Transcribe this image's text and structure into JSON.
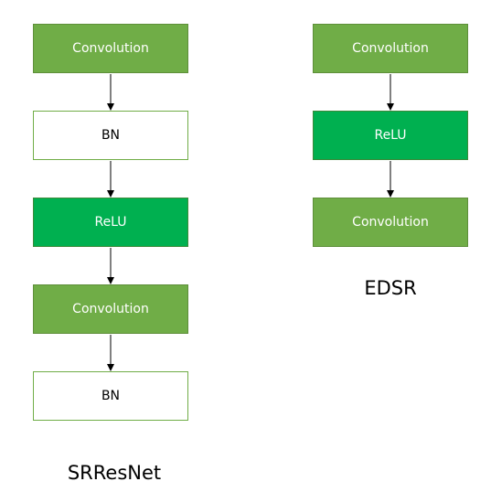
{
  "srresnet": {
    "title": "SRResNet",
    "blocks": [
      {
        "label": "Convolution",
        "type": "conv"
      },
      {
        "label": "BN",
        "type": "bn"
      },
      {
        "label": "ReLU",
        "type": "relu"
      },
      {
        "label": "Convolution",
        "type": "conv"
      },
      {
        "label": "BN",
        "type": "bn"
      }
    ]
  },
  "edsr": {
    "title": "EDSR",
    "blocks": [
      {
        "label": "Convolution",
        "type": "conv"
      },
      {
        "label": "ReLU",
        "type": "relu"
      },
      {
        "label": "Convolution",
        "type": "conv"
      }
    ]
  },
  "colors": {
    "conv": "#70ad47",
    "relu": "#00b050",
    "bn": "#ffffff",
    "border": "#70ad47"
  }
}
